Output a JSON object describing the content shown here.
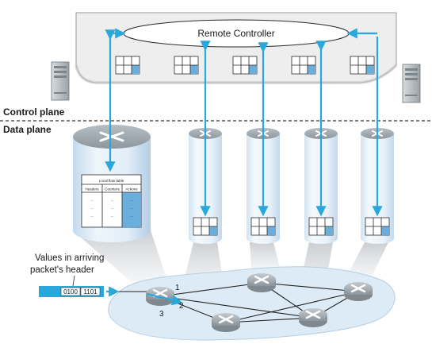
{
  "controller": {
    "label": "Remote Controller"
  },
  "planes": {
    "control": "Control plane",
    "data": "Data plane"
  },
  "flow_table": {
    "title": "Local flow table",
    "columns": [
      "Headers",
      "Counters",
      "Actions"
    ],
    "cell": "..."
  },
  "packet": {
    "caption_line1": "Values in arriving",
    "caption_line2": "packet's header",
    "value1": "0100",
    "value2": "1101"
  },
  "ports": {
    "p1": "1",
    "p2": "2",
    "p3": "3"
  },
  "colors": {
    "link_arrow": "#2aa8dc",
    "table_blue": "#6aaedb",
    "router_gray": "#9aa3a8",
    "network_blob": "#dcebf5"
  }
}
